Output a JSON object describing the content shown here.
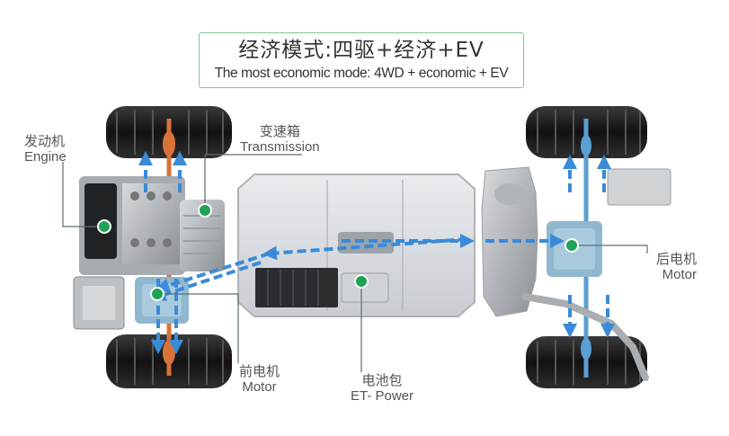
{
  "title": {
    "cn": "经济模式:四驱+经济+EV",
    "en": "The most economic mode: 4WD + economic + EV"
  },
  "labels": {
    "engine": {
      "cn": "发动机",
      "en": "Engine"
    },
    "transmission": {
      "cn": "变速箱",
      "en": "Transmission"
    },
    "rear_motor": {
      "cn": "后电机",
      "en": "Motor"
    },
    "front_motor": {
      "cn": "前电机",
      "en": "Motor"
    },
    "battery": {
      "cn": "电池包",
      "en": "ET- Power"
    }
  },
  "colors": {
    "accent_green": "#1fa356",
    "flow_blue": "#3b8ad8",
    "axle_orange": "#d8723a",
    "axle_blue": "#5aa0d0",
    "leader_line": "#5e6e74"
  }
}
